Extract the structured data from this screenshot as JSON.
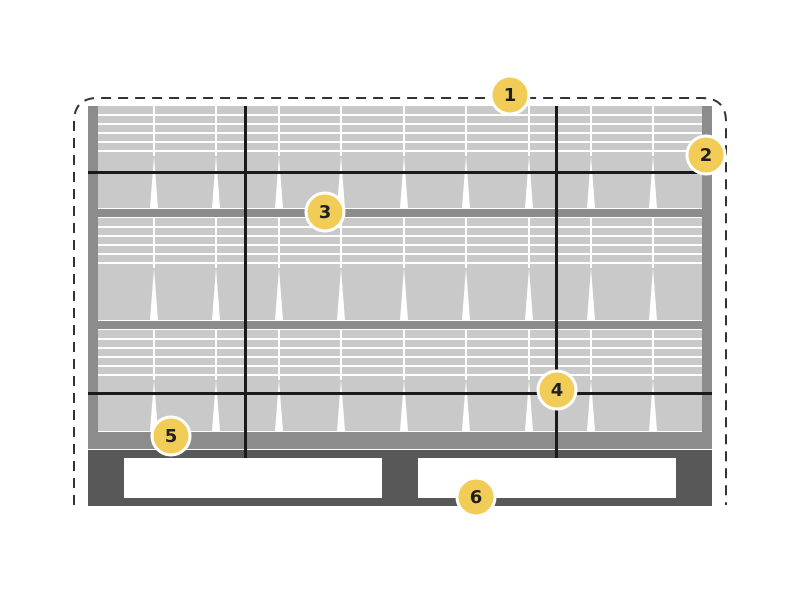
{
  "diagram": {
    "colors": {
      "pallet": "#585858",
      "tier_sheet": "#8c8c8c",
      "product": "#c9c9c9",
      "product_lines": "#ffffff",
      "strap": "#1a1a1a",
      "wrap_outline": "#333333",
      "badge_fill": "#f1cd57",
      "badge_ring": "#ffffff"
    },
    "callouts": [
      {
        "id": "1",
        "component": "stretch-wrap"
      },
      {
        "id": "2",
        "component": "corner-board"
      },
      {
        "id": "3",
        "component": "tier-sheet"
      },
      {
        "id": "4",
        "component": "strapping"
      },
      {
        "id": "5",
        "component": "bottom-sheet"
      },
      {
        "id": "6",
        "component": "pallet"
      }
    ]
  }
}
